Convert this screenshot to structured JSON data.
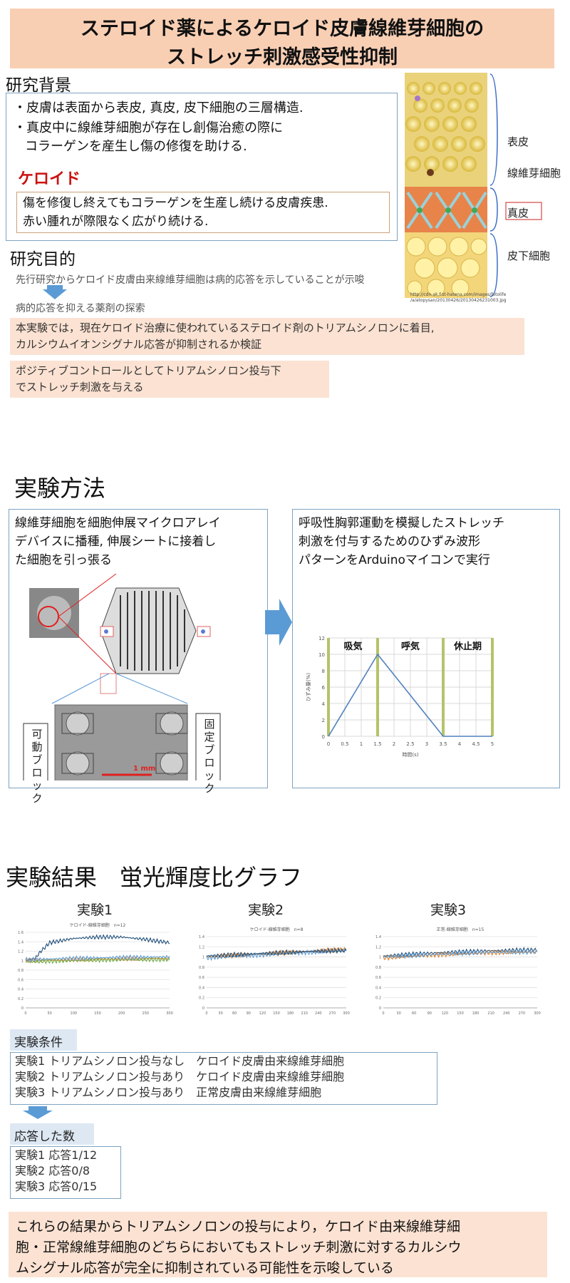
{
  "title": {
    "line1": "ステロイド薬によるケロイド皮膚線維芽細胞の",
    "line2": "ストレッチ刺激感受性抑制"
  },
  "background": {
    "heading": "研究背景",
    "bullet1": "・皮膚は表面から表皮, 真皮, 皮下細胞の三層構造.",
    "bullet2a": "・真皮中に線維芽細胞が存在し創傷治癒の際に",
    "bullet2b": "コラーゲンを産生し傷の修復を助ける.",
    "keloid_label": "ケロイド",
    "keloid_def1": "傷を修復し終えてもコラーゲンを生産し続ける皮膚疾患.",
    "keloid_def2": "赤い腫れが際限なく広がり続ける.",
    "skin_labels": {
      "epidermis": "表皮",
      "fibroblast": "線維芽細胞",
      "dermis": "真皮",
      "subcutis": "皮下細胞"
    },
    "image_credit1": "http://cdn-ak.f.st-hatena.com/images/fotolife",
    "image_credit2": "/a/atopysan/20130426/20130426231003.jpg"
  },
  "purpose": {
    "heading": "研究目的",
    "line1": "先行研究からケロイド皮膚由来線維芽細胞は病的応答を示していることが示唆",
    "line2": "病的応答を抑える薬剤の探索",
    "box1a": "本実験では，現在ケロイド治療に使われているステロイド剤のトリアムシノロンに着目,",
    "box1b": "カルシウムイオンシグナル応答が抑制されるか検証",
    "box2a": "ポジティブコントロールとしてトリアムシノロン投与下",
    "box2b": "でストレッチ刺激を与える"
  },
  "methods": {
    "heading": "実験方法",
    "left1": "線維芽細胞を細胞伸展マイクロアレイ",
    "left2": "デバイスに播種, 伸展シートに接着し",
    "left3": "た細胞を引っ張る",
    "movable_block": "可動ブロック",
    "fixed_block": "固定ブロック",
    "scale_bar": "1 mm",
    "right1": "呼吸性胸郭運動を模擬したストレッチ",
    "right2": "刺激を付与するためのひずみ波形",
    "right3": "パターンをArduinoマイコンで実行"
  },
  "chart_data": [
    {
      "type": "line",
      "title": "",
      "x": [
        0,
        1.5,
        3.5,
        5
      ],
      "values": [
        0,
        10,
        0,
        0
      ],
      "xlabel": "時間(s)",
      "ylabel": "ひずみ量(%)",
      "xlim": [
        0,
        5
      ],
      "ylim": [
        0,
        12
      ],
      "xticks": [
        "0",
        "0.5",
        "1",
        "1.5",
        "2",
        "2.5",
        "3",
        "3.5",
        "4",
        "4.5",
        "5"
      ],
      "yticks": [
        "0",
        "2",
        "4",
        "6",
        "8",
        "10",
        "12"
      ],
      "phases": [
        "吸気",
        "呼気",
        "休止期"
      ],
      "grid": true,
      "color": "#4f81bd"
    },
    {
      "type": "line",
      "heading": "実験1",
      "title": "ケロイド-線維芽細胞　n=12",
      "xlim": [
        0,
        300
      ],
      "ylim": [
        0,
        1.6
      ],
      "xticks": [
        "0",
        "50",
        "100",
        "150",
        "200",
        "250",
        "300"
      ],
      "yticks": [
        "0",
        "0.2",
        "0.4",
        "0.6",
        "0.8",
        "1",
        "1.2",
        "1.4",
        "1.6"
      ],
      "series": [
        {
          "color": "#1f4e79",
          "x": [
            0,
            20,
            30,
            50,
            100,
            150,
            200,
            250,
            270,
            300
          ],
          "values": [
            1.0,
            1.05,
            1.18,
            1.38,
            1.47,
            1.5,
            1.5,
            1.45,
            1.42,
            1.38
          ]
        },
        {
          "color": "#e07b20",
          "x": [
            0,
            100,
            200,
            300
          ],
          "values": [
            1.0,
            1.02,
            1.04,
            1.05
          ]
        },
        {
          "color": "#70ad47",
          "x": [
            0,
            100,
            200,
            300
          ],
          "values": [
            0.97,
            1.0,
            1.02,
            1.02
          ]
        },
        {
          "color": "#5b9bd5",
          "x": [
            0,
            100,
            200,
            300
          ],
          "values": [
            1.02,
            1.05,
            1.07,
            1.08
          ]
        }
      ]
    },
    {
      "type": "line",
      "heading": "実験2",
      "title": "ケロイド-線維芽細胞　n=8",
      "xlim": [
        0,
        300
      ],
      "ylim": [
        0,
        1.4
      ],
      "xticks": [
        "0",
        "30",
        "60",
        "90",
        "120",
        "150",
        "180",
        "210",
        "240",
        "270",
        "300"
      ],
      "yticks": [
        "0",
        "0.2",
        "0.4",
        "0.6",
        "0.8",
        "1",
        "1.2",
        "1.4"
      ],
      "series": [
        {
          "color": "#e07b20",
          "x": [
            0,
            100,
            200,
            300
          ],
          "values": [
            1.0,
            1.05,
            1.1,
            1.15
          ]
        },
        {
          "color": "#5b9bd5",
          "x": [
            0,
            100,
            200,
            300
          ],
          "values": [
            0.98,
            1.03,
            1.08,
            1.12
          ]
        },
        {
          "color": "#1f4e79",
          "x": [
            0,
            100,
            200,
            300
          ],
          "values": [
            1.02,
            1.06,
            1.1,
            1.13
          ]
        }
      ]
    },
    {
      "type": "line",
      "heading": "実験3",
      "title": "正常-線維芽細胞　n=15",
      "xlim": [
        0,
        300
      ],
      "ylim": [
        0,
        1.4
      ],
      "xticks": [
        "0",
        "30",
        "60",
        "90",
        "120",
        "150",
        "180",
        "210",
        "240",
        "270",
        "300"
      ],
      "yticks": [
        "0",
        "0.2",
        "0.4",
        "0.6",
        "0.8",
        "1",
        "1.2",
        "1.4"
      ],
      "series": [
        {
          "color": "#1f4e79",
          "x": [
            0,
            100,
            200,
            300
          ],
          "values": [
            1.02,
            1.08,
            1.12,
            1.14
          ]
        },
        {
          "color": "#e07b20",
          "x": [
            0,
            100,
            200,
            300
          ],
          "values": [
            0.98,
            1.04,
            1.08,
            1.1
          ]
        },
        {
          "color": "#5b9bd5",
          "x": [
            0,
            100,
            200,
            300
          ],
          "values": [
            1.0,
            1.05,
            1.09,
            1.1
          ]
        }
      ]
    }
  ],
  "results": {
    "heading": "実験結果　蛍光輝度比グラフ",
    "conditions_label": "実験条件",
    "cond1": "実験1  トリアムシノロン投与なし　ケロイド皮膚由来線維芽細胞",
    "cond2": "実験2  トリアムシノロン投与あり　ケロイド皮膚由来線維芽細胞",
    "cond3": "実験3  トリアムシノロン投与あり　正常皮膚由来線維芽細胞",
    "responses_label": "応答した数",
    "resp1": "実験1  応答1/12",
    "resp2": "実験2  応答0/8",
    "resp3": "実験3  応答0/15",
    "conclusion1": "これらの結果からトリアムシノロンの投与により，ケロイド由来線維芽細",
    "conclusion2": "胞・正常線維芽細胞のどちらにおいてもストレッチ刺激に対するカルシウ",
    "conclusion3": "ムシグナル応答が完全に抑制されている可能性を示唆している"
  },
  "colors": {
    "title_bg": "#f9cfb4",
    "peach": "#fbe2d2",
    "box_border": "#7ea3c2",
    "keloid_red": "#cc1111",
    "arrow_blue": "#5b9bd5"
  }
}
